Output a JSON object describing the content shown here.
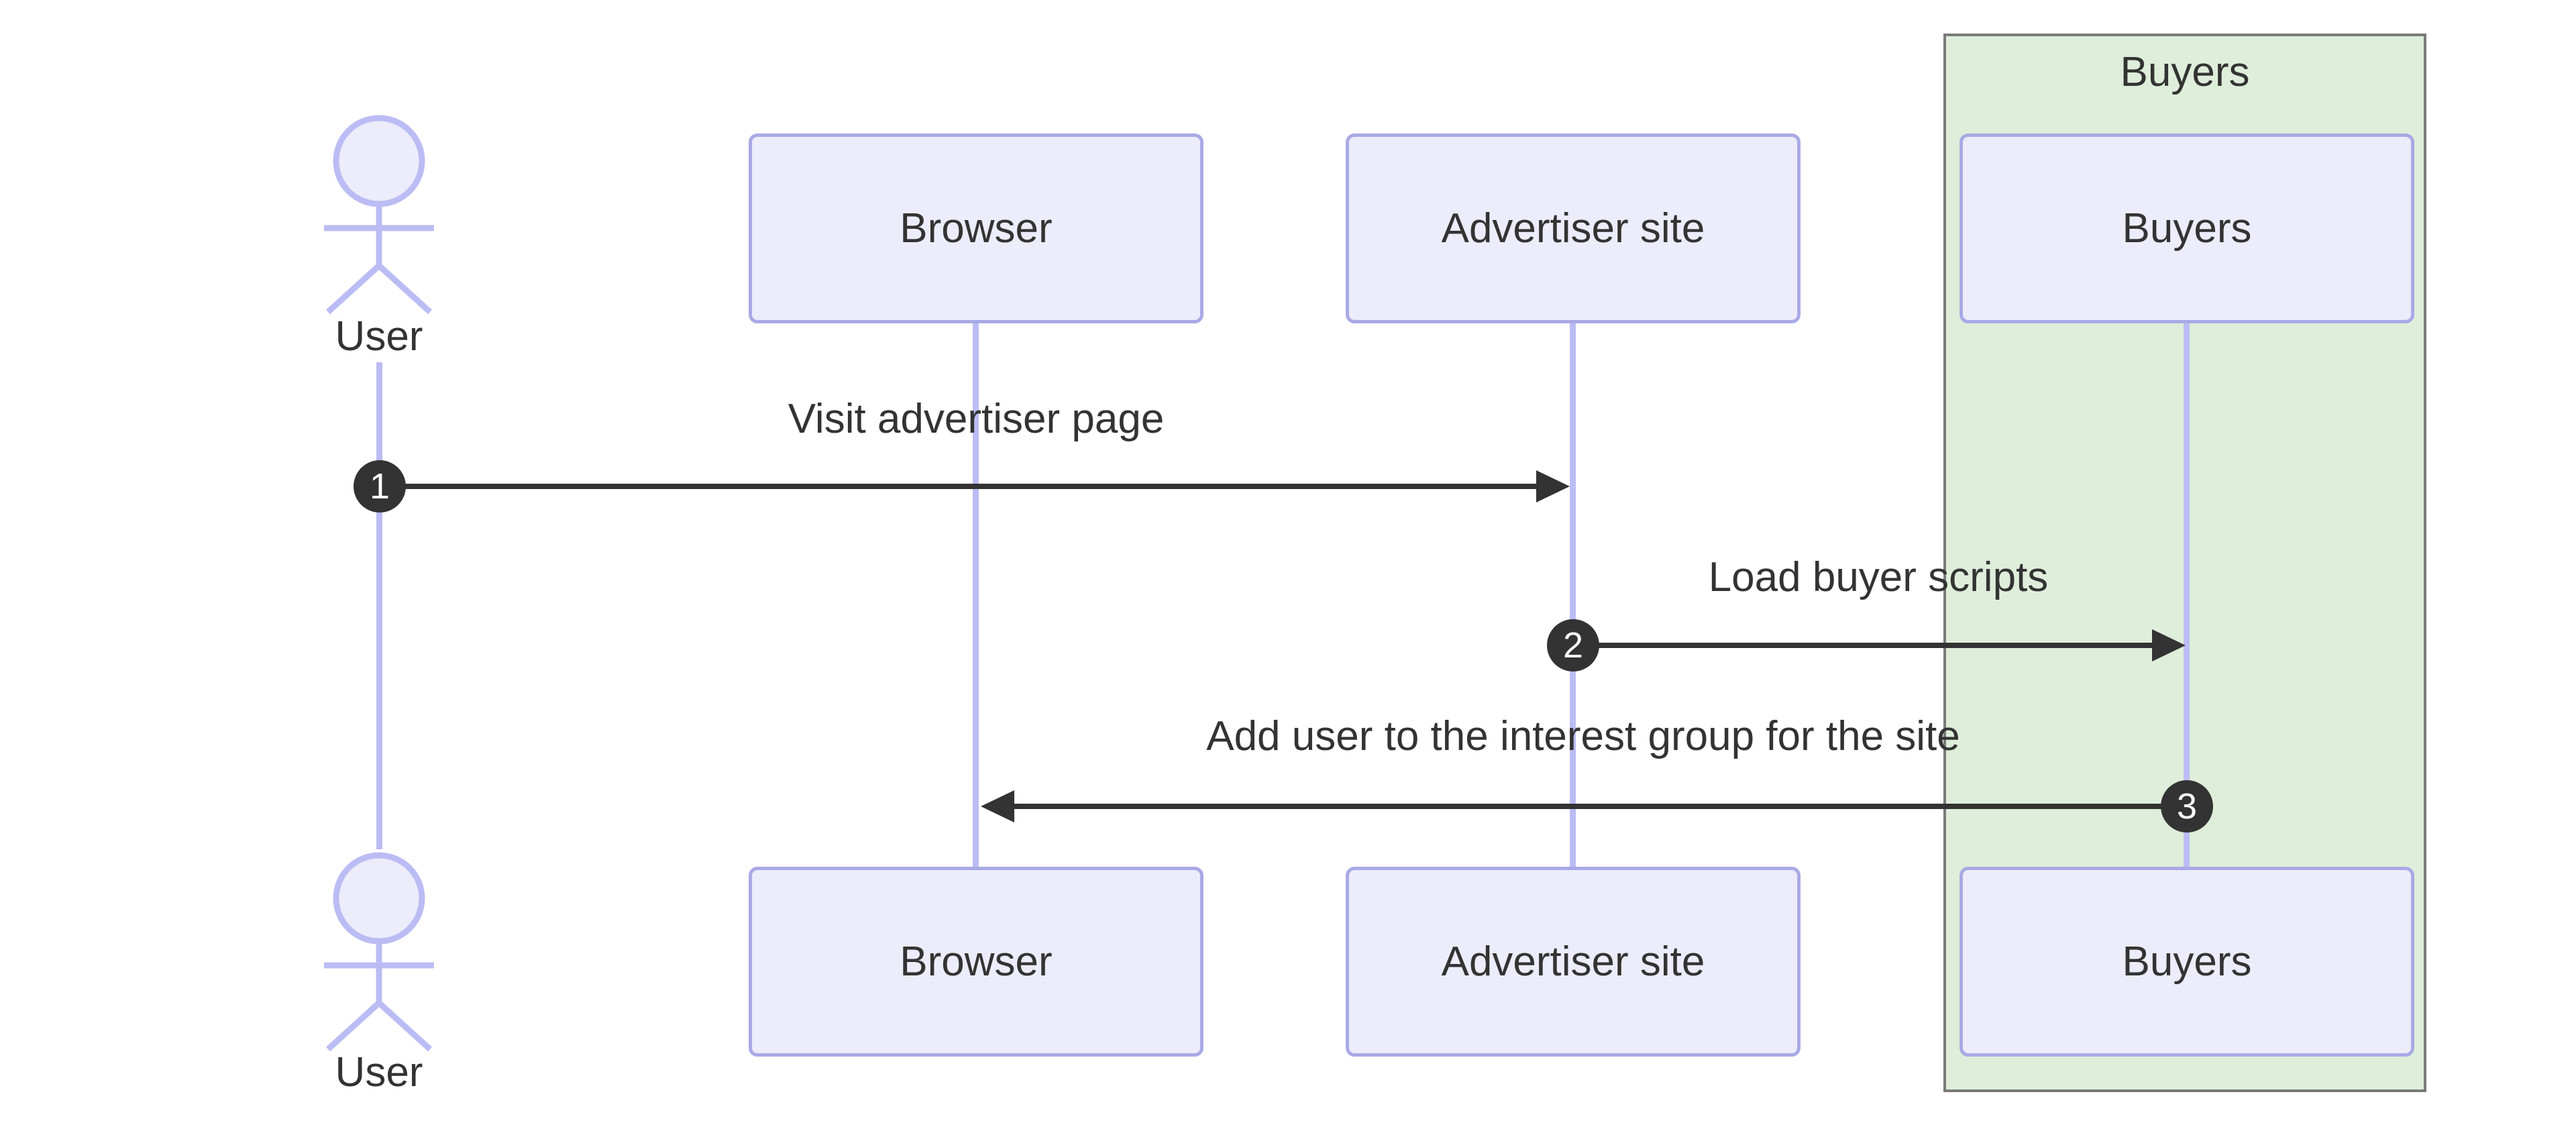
{
  "diagram": {
    "type": "sequence-diagram",
    "actor": {
      "label": "User"
    },
    "participants": [
      {
        "label": "Browser"
      },
      {
        "label": "Advertiser site"
      },
      {
        "label": "Buyers"
      }
    ],
    "group": {
      "label": "Buyers"
    },
    "messages": [
      {
        "number": "1",
        "label": "Visit advertiser page",
        "from": "User",
        "to": "Advertiser site",
        "direction": "right"
      },
      {
        "number": "2",
        "label": "Load buyer scripts",
        "from": "Advertiser site",
        "to": "Buyers",
        "direction": "right"
      },
      {
        "number": "3",
        "label": "Add user to the interest group for the site",
        "from": "Buyers",
        "to": "Browser",
        "direction": "left"
      }
    ],
    "colors": {
      "participant_fill": "#ECECFB",
      "participant_border": "#A9A9E6",
      "lifeline": "#BCBCF5",
      "group_fill": "#DEEEDA",
      "group_border": "#7A7A7A",
      "arrow_and_number": "#333333",
      "text": "#333333",
      "background": "#FFFFFF"
    }
  }
}
